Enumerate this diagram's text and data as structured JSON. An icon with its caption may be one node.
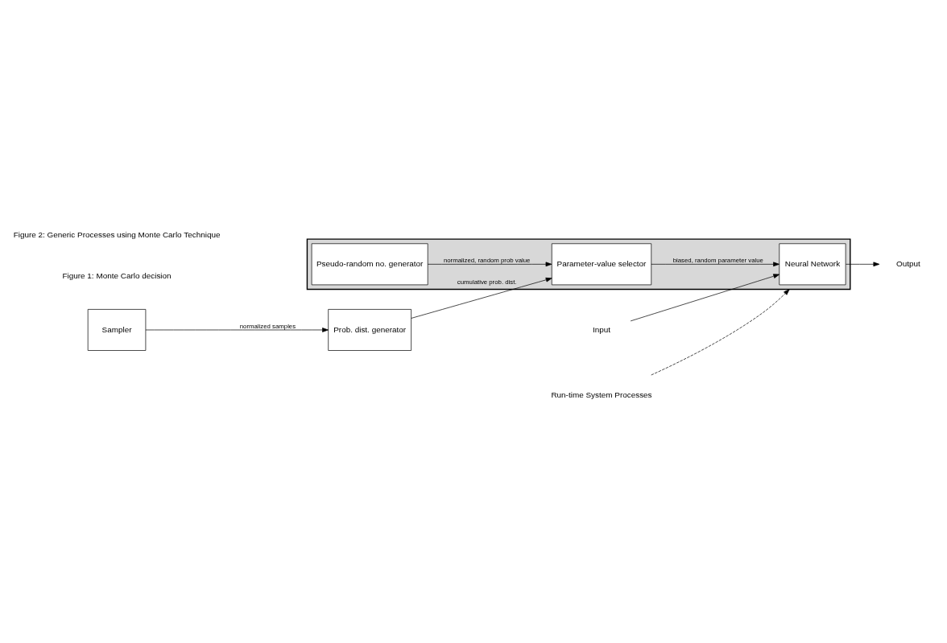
{
  "diagram": {
    "nodes": [
      {
        "text": [],
        "shape": "box"
      },
      {
        "text": [
          "Neural Network"
        ],
        "in": 0
      },
      {
        "text": [
          "Parameter-value selector"
        ],
        "in": 0
      },
      {
        "text": [
          "Pseudo-random no. generator"
        ],
        "in": 0
      },
      {
        "text": [
          "Input"
        ]
      },
      {
        "text": [
          "Output"
        ]
      },
      {
        "text": [
          "Sampler"
        ]
      },
      {
        "text": [
          "Prob. dist. generator"
        ]
      },
      {
        "text": [
          "Run-time System Processes"
        ]
      }
    ],
    "edges": [
      {
        "from": 4,
        "to": 1,
        "arrow": "to"
      },
      {
        "from": 1,
        "to": 5,
        "arrow": "to"
      },
      {
        "from": 2,
        "to": 1,
        "arrow": "to",
        "label": "biased, random parameter value"
      },
      {
        "from": 3,
        "to": 2,
        "arrow": "to",
        "label": "normalized, random prob value"
      },
      {
        "from": 6,
        "to": 7,
        "arrow": "to",
        "label": "normalized samples"
      },
      {
        "from": 7,
        "to": 2,
        "arrow": "to",
        "label": "cumulative prob. dist."
      },
      {
        "from": 8,
        "to": 0,
        "arrow": "to",
        "style": "dashed"
      }
    ],
    "labels": [
      "Figure 1: Monte Carlo decision",
      "Figure 2: Generic Processes using Monte Carlo Technique"
    ]
  }
}
